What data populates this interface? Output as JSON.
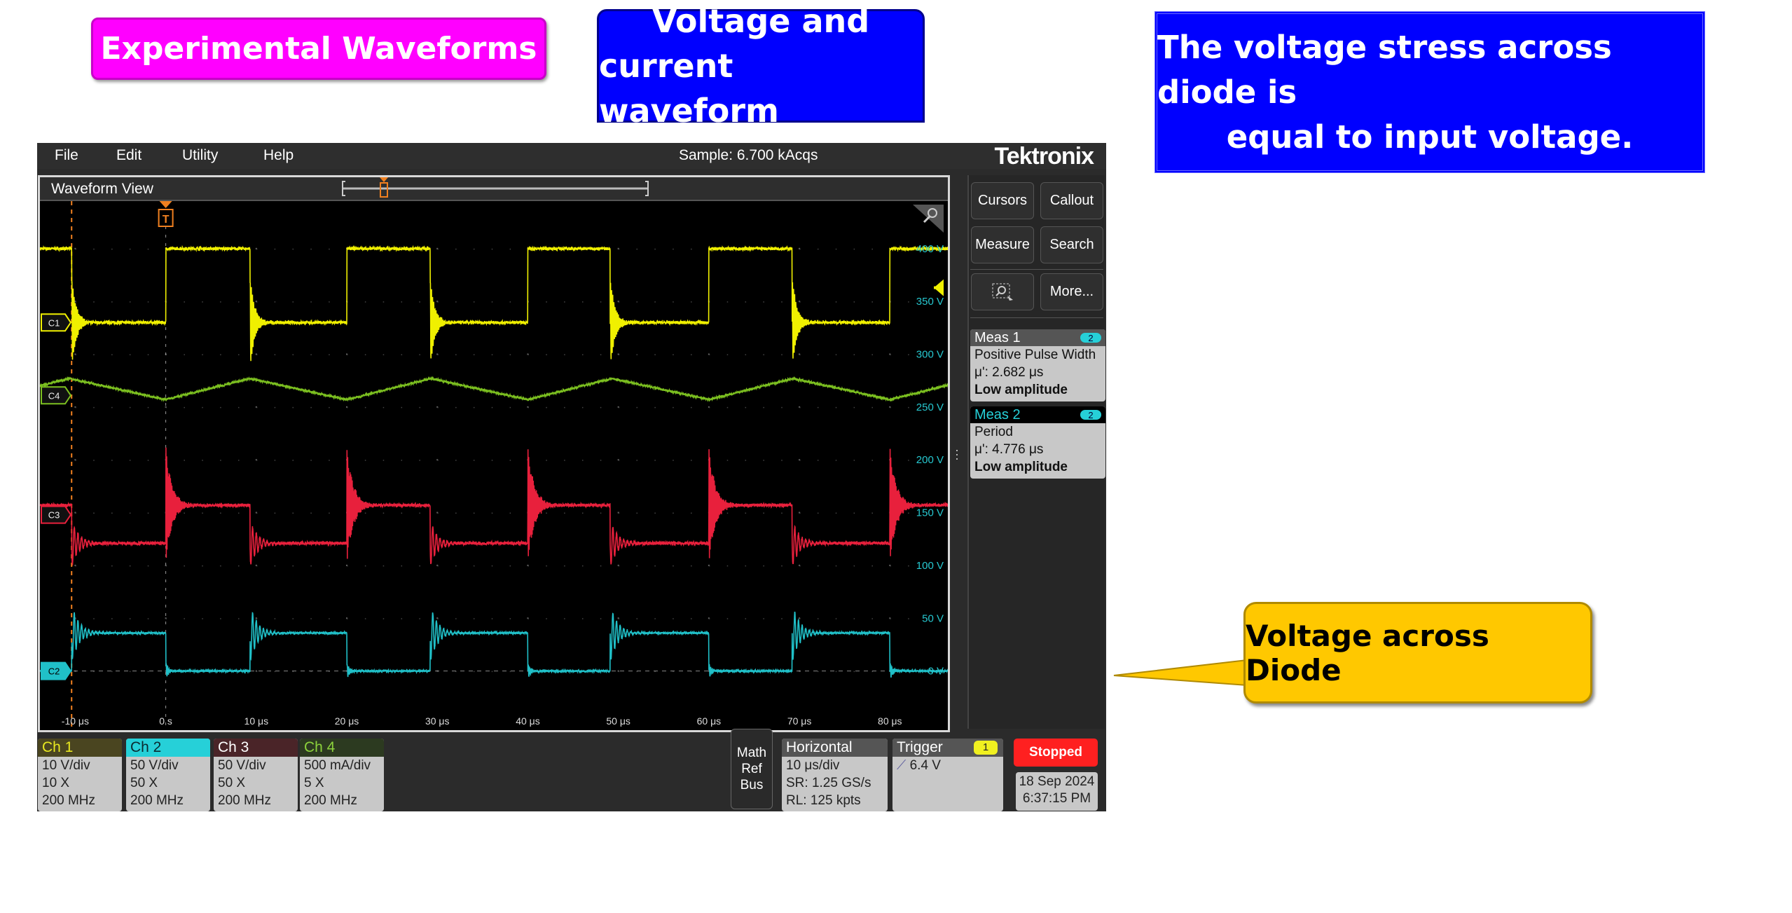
{
  "annotations": {
    "title": "Experimental Waveforms",
    "subtitle_line1": "Voltage and",
    "subtitle_line2": "current waveform",
    "note_line1": "The voltage stress across diode is",
    "note_line2": "equal to input voltage.",
    "callout": "Voltage across Diode"
  },
  "scope": {
    "menu": [
      "File",
      "Edit",
      "Utility",
      "Help"
    ],
    "status": "Sample: 6.700 kAcqs",
    "brand": "Tektronix",
    "view_title": "Waveform View",
    "trigger_marker": "T",
    "buttons": {
      "cursors": "Cursors",
      "callout": "Callout",
      "measure": "Measure",
      "search": "Search",
      "more": "More..."
    },
    "measurements": [
      {
        "title": "Meas 1",
        "badge": "2",
        "type": "Positive Pulse Width",
        "value": "μ': 2.682 μs",
        "status": "Low amplitude"
      },
      {
        "title": "Meas 2",
        "badge": "2",
        "type": "Period",
        "value": "μ': 4.776 μs",
        "status": "Low amplitude"
      }
    ],
    "x_ticks": [
      "-10 μs",
      "0 s",
      "10 μs",
      "20 μs",
      "30 μs",
      "40 μs",
      "50 μs",
      "60 μs",
      "70 μs",
      "80 μs"
    ],
    "y_ticks": [
      "400 V",
      "350 V",
      "300 V",
      "250 V",
      "200 V",
      "150 V",
      "100 V",
      "50 V",
      "0 V"
    ],
    "channel_markers": [
      "C1",
      "C4",
      "C3",
      "C2"
    ],
    "channels": [
      {
        "name": "Ch 1",
        "scale": "10 V/div",
        "probe": "10 X",
        "bw": "200 MHz",
        "color": "#e8e820",
        "bg": "#4a4520"
      },
      {
        "name": "Ch 2",
        "scale": "50 V/div",
        "probe": "50 X",
        "bw": "200 MHz",
        "color": "#0a2a30",
        "bg": "#26d0d8"
      },
      {
        "name": "Ch 3",
        "scale": "50 V/div",
        "probe": "50 X",
        "bw": "200 MHz",
        "color": "#ffffff",
        "bg": "#4a2428"
      },
      {
        "name": "Ch 4",
        "scale": "500 mA/div",
        "probe": "5 X",
        "bw": "200 MHz",
        "color": "#8cd23c",
        "bg": "#2c3a20"
      }
    ],
    "math_ref_bus": [
      "Math",
      "Ref",
      "Bus"
    ],
    "horizontal": {
      "title": "Horizontal",
      "scale": "10 μs/div",
      "sr": "SR: 1.25 GS/s",
      "rl": "RL: 125 kpts"
    },
    "trigger": {
      "title": "Trigger",
      "badge": "1",
      "level": "6.4 V"
    },
    "run_state": "Stopped",
    "date": "18 Sep 2024",
    "time": "6:37:15 PM",
    "waveforms": {
      "time_range_us": [
        -13.9,
        86.4
      ],
      "volt_range": [
        -56,
        445
      ],
      "rise_times_us": [
        0,
        20,
        40,
        60,
        80
      ],
      "fall_times_us": [
        -10.4,
        9.3,
        29.2,
        49.1,
        69.2
      ],
      "c1": {
        "color": "#f0f000",
        "high_v": 400,
        "low_v": 330
      },
      "c2": {
        "color": "#20c0c8",
        "high_v": 36,
        "low_v": 0
      },
      "c3": {
        "color": "#e8203c",
        "high_v": 157,
        "low_v": 121
      },
      "c4": {
        "color": "#7cc020",
        "min_v": 257,
        "max_v": 277
      }
    }
  }
}
